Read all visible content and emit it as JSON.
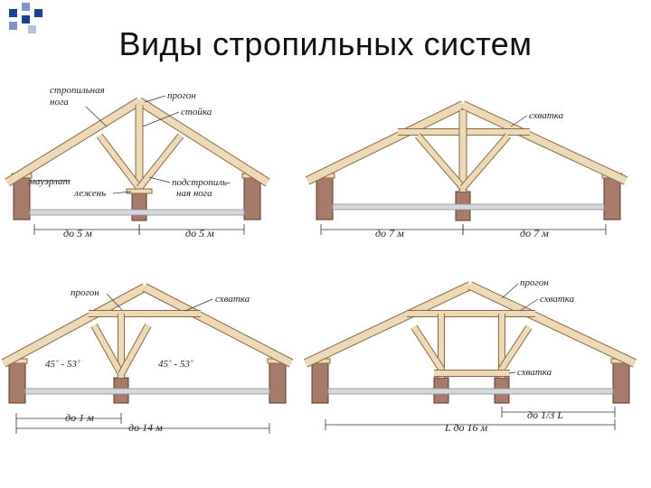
{
  "title": "Виды стропильных систем",
  "colors": {
    "timber": "#ecd9b8",
    "timber_edge": "#8c6a3e",
    "wall": "#a87a6a",
    "wall_edge": "#5b3a2e",
    "beam": "#d4d8dc",
    "bullet": "#1f3f8f"
  },
  "diagrams": {
    "d1": {
      "labels": {
        "rafter": "стропильная",
        "rafter2": "нога",
        "purlin": "прогон",
        "post": "стойка",
        "mauerlat": "мауэрлат",
        "lezhen": "лежень",
        "strut": "подстропиль-",
        "strut2": "ная нога"
      },
      "dims": {
        "left": "до 5 м",
        "right": "до 5 м"
      }
    },
    "d2": {
      "labels": {
        "tie": "схватка"
      },
      "dims": {
        "left": "до 7 м",
        "right": "до 7 м"
      }
    },
    "d3": {
      "labels": {
        "purlin": "прогон",
        "tie": "схватка",
        "angle_left": "45˚ - 53˚",
        "angle_right": "45˚ - 53˚"
      },
      "dims": {
        "left": "до 1 м",
        "span": "до 14 м"
      }
    },
    "d4": {
      "labels": {
        "purlin": "прогон",
        "tie": "схватка",
        "tie_low": "схватка"
      },
      "dims": {
        "right": "до 1/3 L",
        "span": "L до 16 м"
      }
    }
  }
}
